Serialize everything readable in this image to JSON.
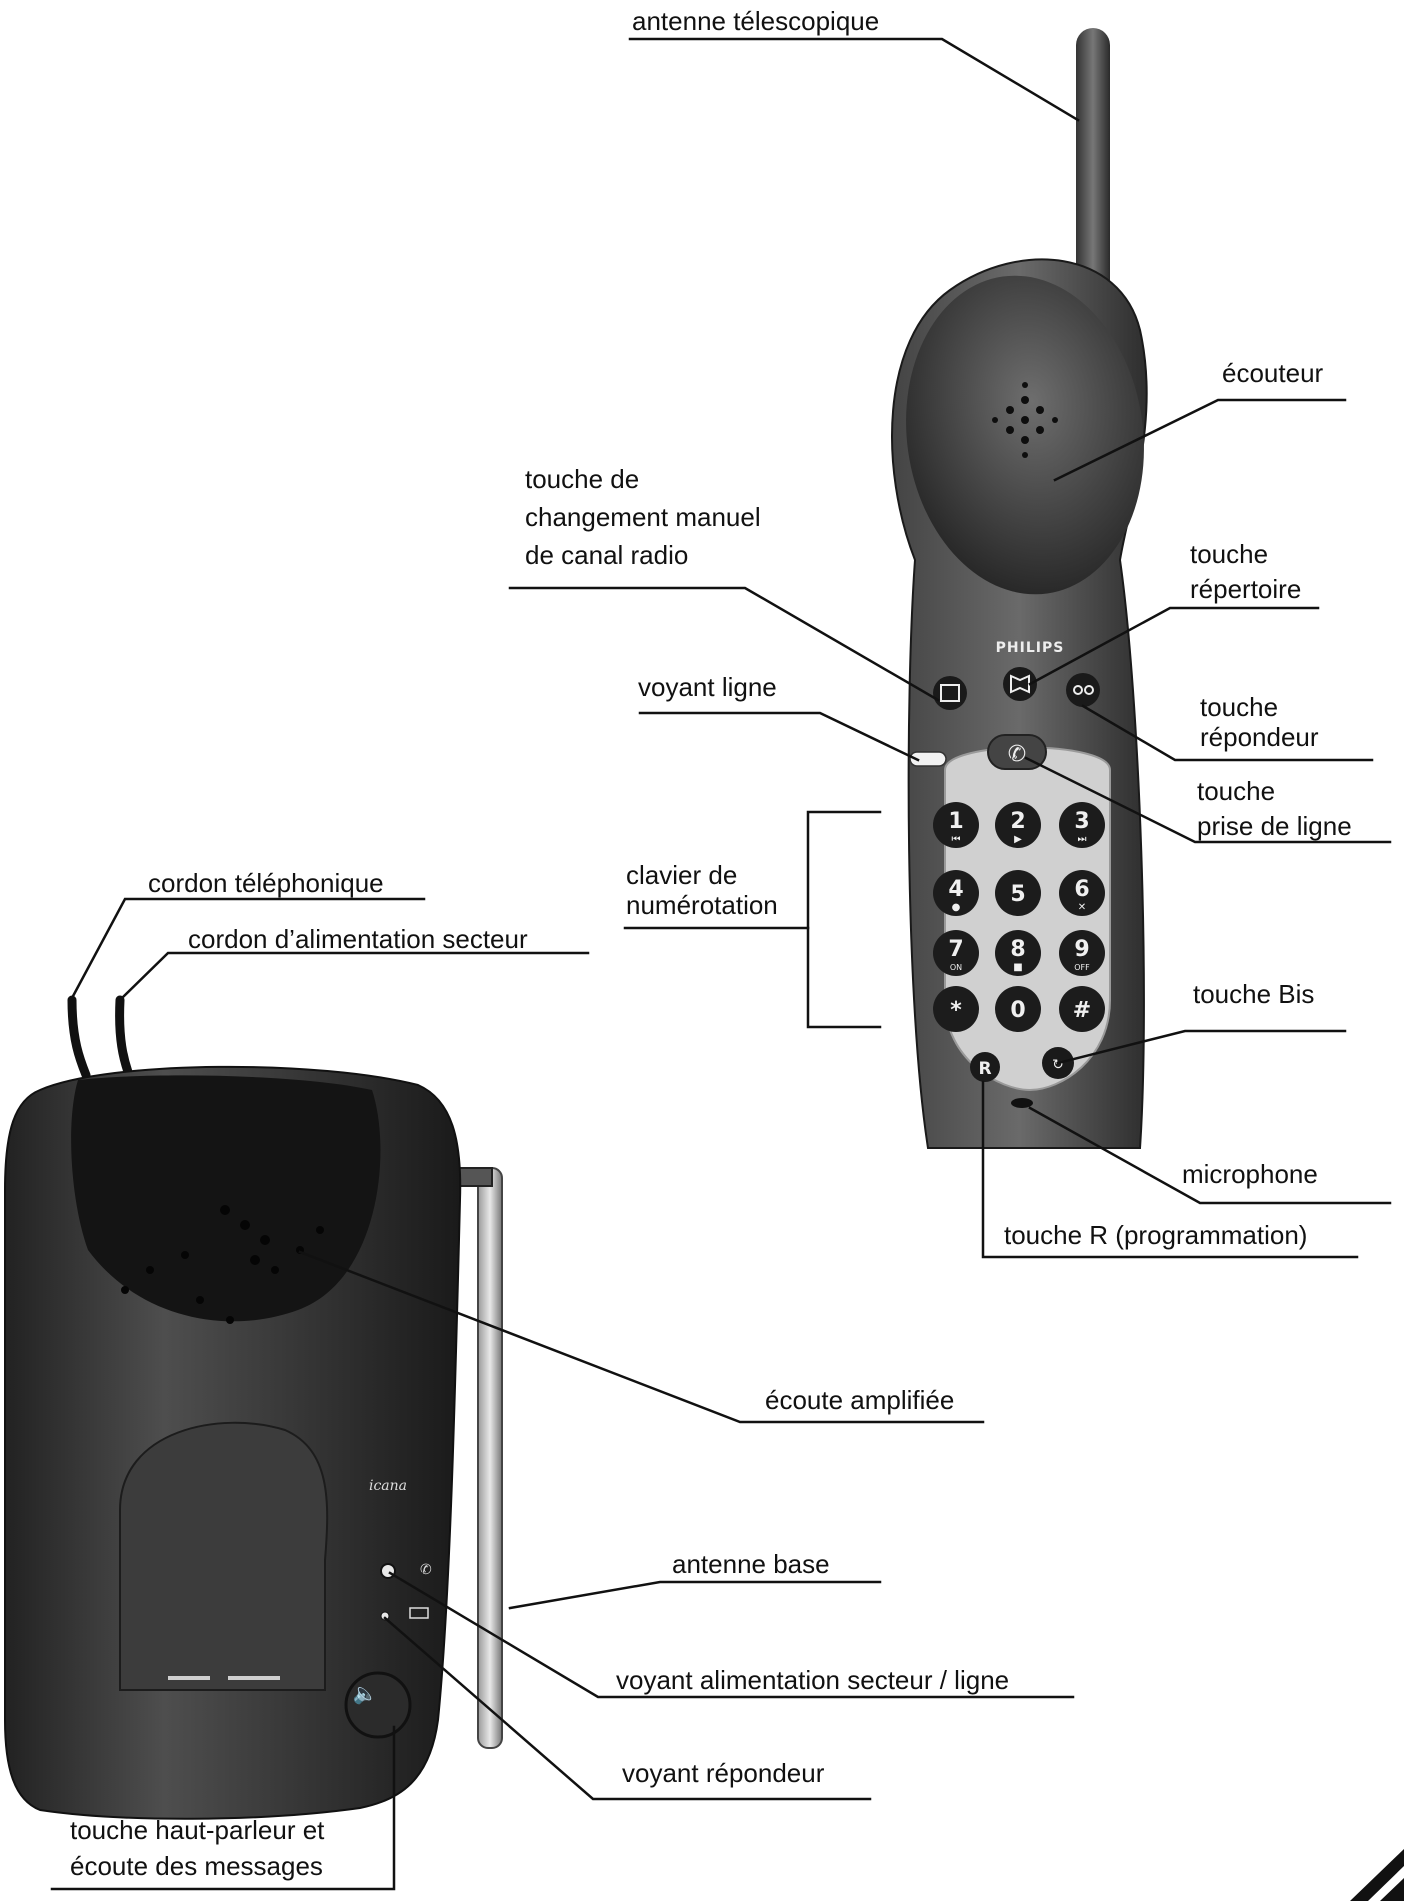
{
  "colors": {
    "ink": "#111111",
    "line": "#111111",
    "device_dark": "#2a2a2a",
    "device_mid": "#5a5a5a",
    "device_light": "#cfcfcf",
    "keypad_panel": "#d8d8d8",
    "key": "#1c1c1c"
  },
  "handset": {
    "brand": "PHILIPS",
    "keys": [
      {
        "digit": "1",
        "sub": "⏮"
      },
      {
        "digit": "2",
        "sub": "▶"
      },
      {
        "digit": "3",
        "sub": "⏭"
      },
      {
        "digit": "4",
        "sub": "●"
      },
      {
        "digit": "5",
        "sub": ""
      },
      {
        "digit": "6",
        "sub": "✕"
      },
      {
        "digit": "7",
        "sub": "ON"
      },
      {
        "digit": "8",
        "sub": "■"
      },
      {
        "digit": "9",
        "sub": "OFF"
      },
      {
        "digit": "*",
        "sub": ""
      },
      {
        "digit": "0",
        "sub": ""
      },
      {
        "digit": "#",
        "sub": ""
      }
    ],
    "r_key": "R"
  },
  "base": {
    "brand": "icana"
  },
  "labels": {
    "antenne_telescopique": "antenne télescopique",
    "ecouteur": "écouteur",
    "touche_canal": "touche de\nchangement manuel\nde canal radio",
    "touche_repertoire": "touche\nrépertoire",
    "voyant_ligne": "voyant ligne",
    "touche_repondeur": "touche\nrépondeur",
    "touche_prise_ligne": "touche\nprise de ligne",
    "clavier": "clavier de\nnumérotation",
    "cordon_telephonique": "cordon téléphonique",
    "cordon_alimentation": "cordon d’alimentation secteur",
    "touche_bis": "touche Bis",
    "microphone": "microphone",
    "touche_r": "touche R (programmation)",
    "ecoute_amplifiee": "écoute amplifiée",
    "antenne_base": "antenne base",
    "voyant_alimentation": "voyant alimentation secteur / ligne",
    "voyant_repondeur": "voyant répondeur",
    "touche_haut_parleur": "touche haut-parleur et\nécoute des messages"
  }
}
